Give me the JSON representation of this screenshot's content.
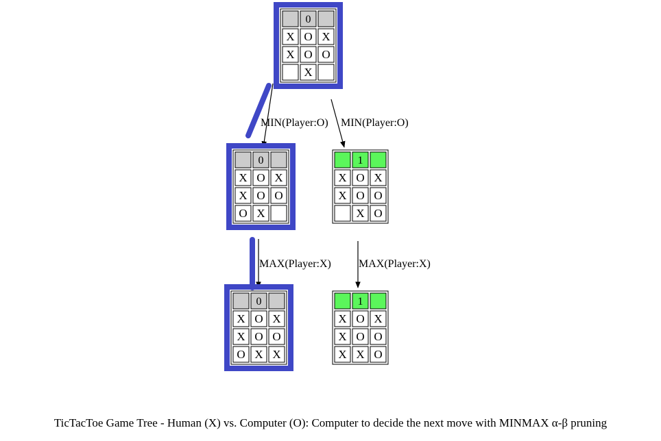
{
  "caption": "TicTacToe Game Tree - Human (X) vs. Computer (O): Computer to decide the next move with MINMAX α-β pruning",
  "colors": {
    "highlight_border": "#3f47c6",
    "score_gray": "#cccccc",
    "score_green": "#5bf65b",
    "cell_border": "#000000"
  },
  "nodes": [
    {
      "id": "root",
      "score": "0",
      "score_color": "gray",
      "highlighted": true,
      "board": [
        [
          "X",
          "O",
          "X"
        ],
        [
          "X",
          "O",
          "O"
        ],
        [
          "",
          "X",
          ""
        ]
      ]
    },
    {
      "id": "min-left",
      "score": "0",
      "score_color": "gray",
      "highlighted": true,
      "board": [
        [
          "X",
          "O",
          "X"
        ],
        [
          "X",
          "O",
          "O"
        ],
        [
          "O",
          "X",
          ""
        ]
      ]
    },
    {
      "id": "min-right",
      "score": "1",
      "score_color": "green",
      "highlighted": false,
      "board": [
        [
          "X",
          "O",
          "X"
        ],
        [
          "X",
          "O",
          "O"
        ],
        [
          "",
          "X",
          "O"
        ]
      ]
    },
    {
      "id": "max-left",
      "score": "0",
      "score_color": "gray",
      "highlighted": true,
      "board": [
        [
          "X",
          "O",
          "X"
        ],
        [
          "X",
          "O",
          "O"
        ],
        [
          "O",
          "X",
          "X"
        ]
      ]
    },
    {
      "id": "max-right",
      "score": "1",
      "score_color": "green",
      "highlighted": false,
      "board": [
        [
          "X",
          "O",
          "X"
        ],
        [
          "X",
          "O",
          "O"
        ],
        [
          "X",
          "X",
          "O"
        ]
      ]
    }
  ],
  "edges": [
    {
      "from": "root",
      "to": "min-left",
      "label": "MIN(Player:O)",
      "highlighted": true
    },
    {
      "from": "root",
      "to": "min-right",
      "label": "MIN(Player:O)",
      "highlighted": false
    },
    {
      "from": "min-left",
      "to": "max-left",
      "label": "MAX(Player:X)",
      "highlighted": true
    },
    {
      "from": "min-right",
      "to": "max-right",
      "label": "MAX(Player:X)",
      "highlighted": false
    }
  ]
}
